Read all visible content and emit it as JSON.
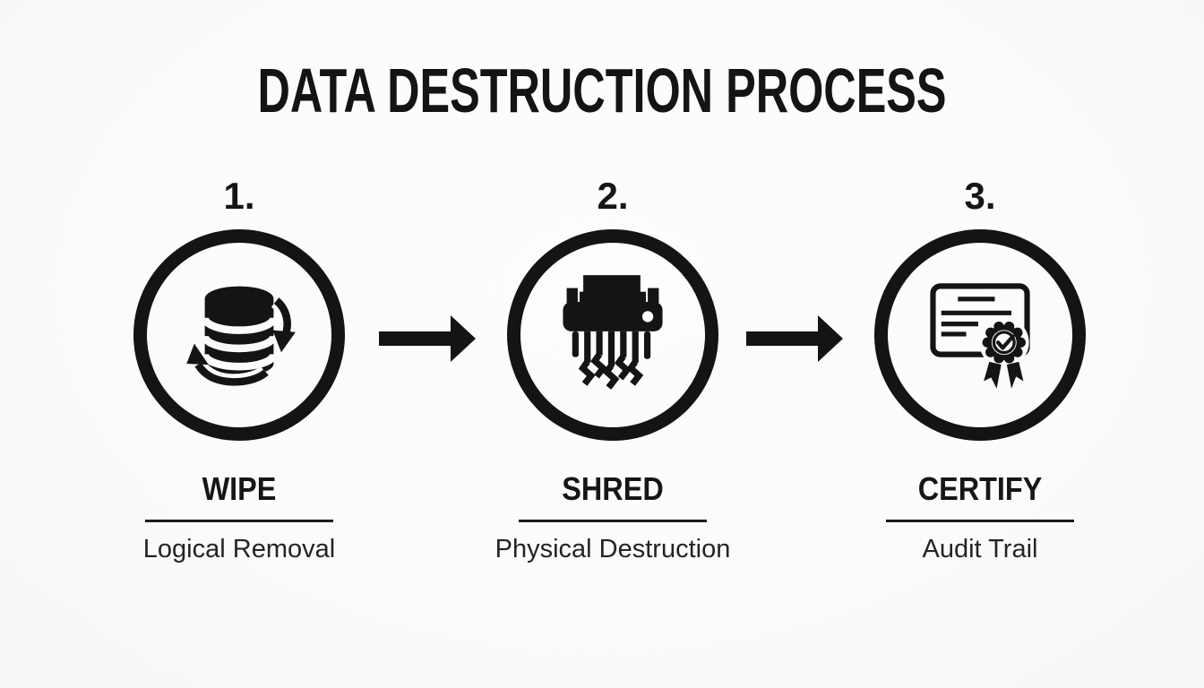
{
  "title": "DATA DESTRUCTION PROCESS",
  "steps": [
    {
      "number": "1.",
      "label": "WIPE",
      "sublabel": "Logical Removal",
      "icon": "database-sync-icon"
    },
    {
      "number": "2.",
      "label": "SHRED",
      "sublabel": "Physical Destruction",
      "icon": "shredder-icon"
    },
    {
      "number": "3.",
      "label": "CERTIFY",
      "sublabel": "Audit Trail",
      "icon": "certificate-seal-icon"
    }
  ],
  "connectors": [
    {
      "icon": "arrow-right-icon"
    },
    {
      "icon": "arrow-right-icon"
    }
  ],
  "colors": {
    "ink": "#141414",
    "background": "#fbfbfb",
    "divider": "#1c1c1c"
  }
}
